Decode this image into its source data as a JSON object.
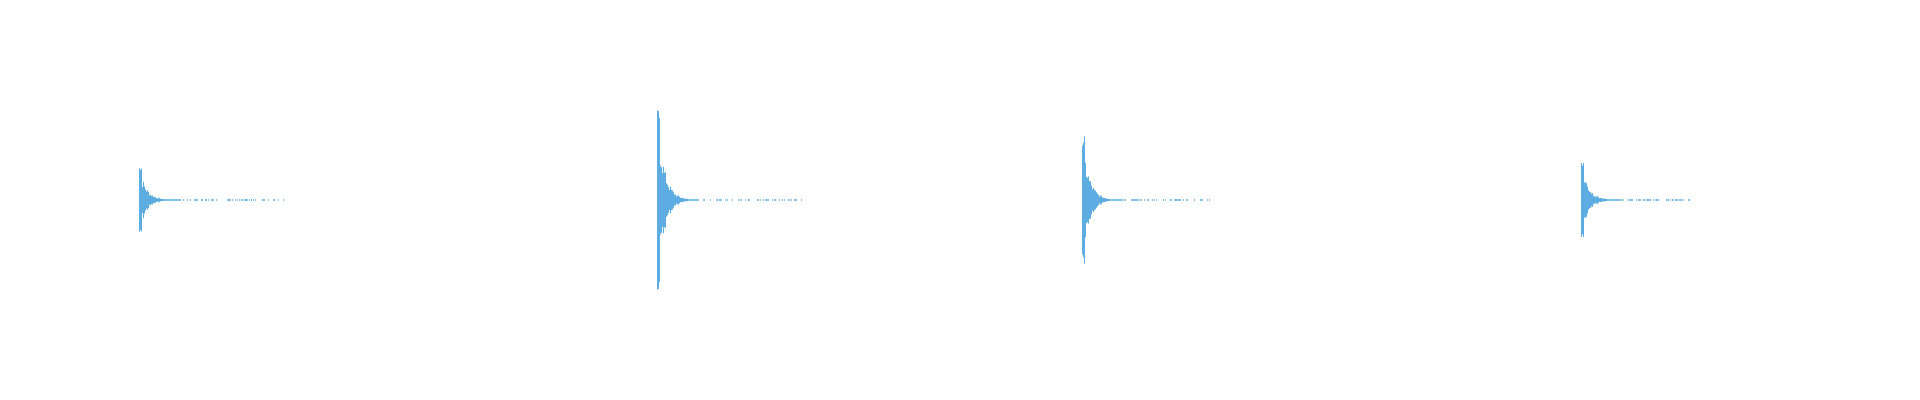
{
  "waveform": {
    "color": "#5DADE2",
    "background": "#FFFFFF",
    "bursts": [
      {
        "peak_amplitude": 0.17,
        "decay": "fast"
      },
      {
        "peak_amplitude": 0.45,
        "decay": "fast"
      },
      {
        "peak_amplitude": 0.32,
        "decay": "fast"
      },
      {
        "peak_amplitude": 0.2,
        "decay": "fast"
      }
    ]
  }
}
